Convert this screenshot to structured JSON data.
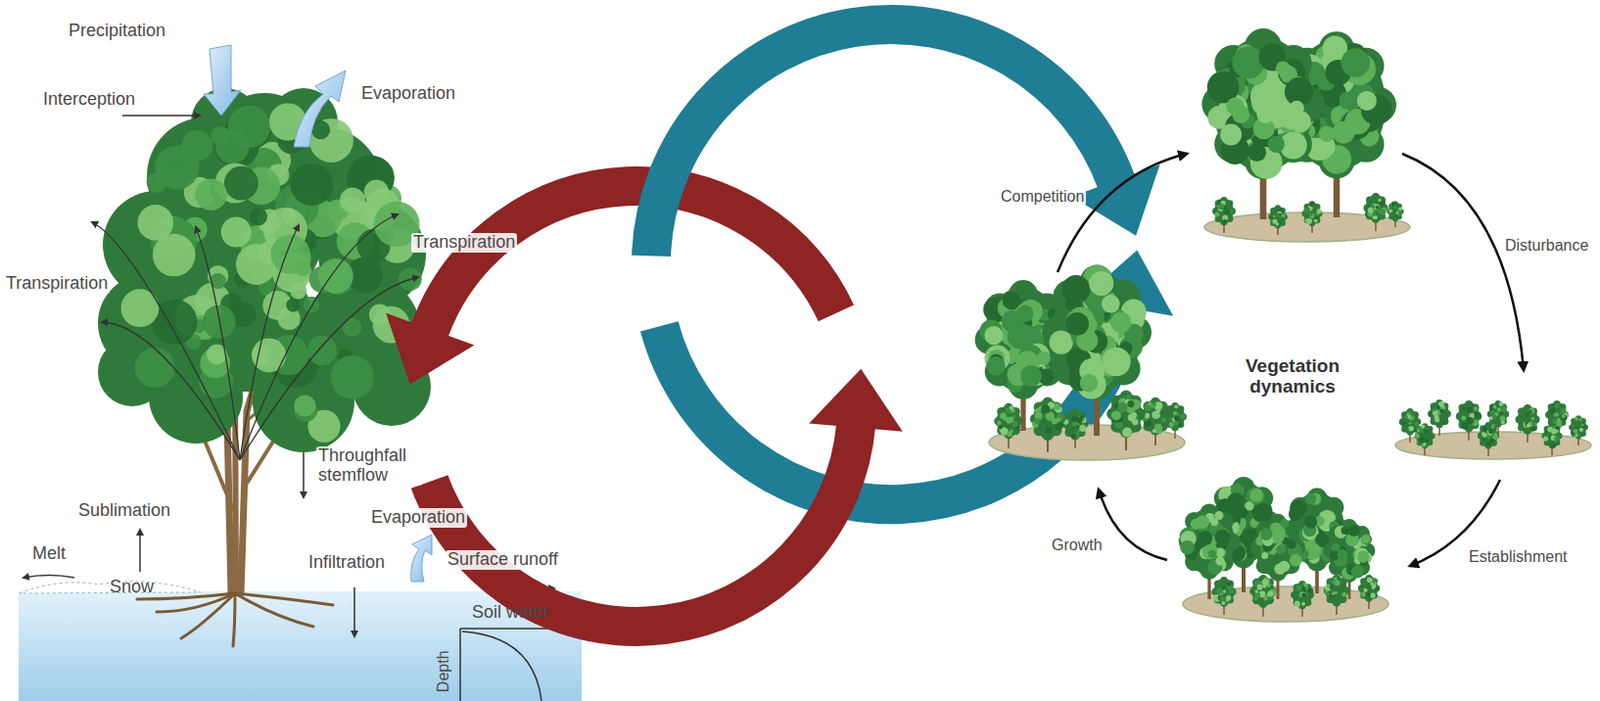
{
  "diagram": {
    "labels": [
      "Precipitation",
      "Interception",
      "Evaporation",
      "Transpiration",
      "Transpiration",
      "Throughfall stemflow",
      "Sublimation",
      "Evaporation",
      "Melt",
      "Snow",
      "Infiltration",
      "Surface runoff",
      "Soil water",
      "Depth",
      "Competition",
      "Disturbance",
      "Establishment",
      "Growth",
      "Vegetation dynamics"
    ]
  }
}
